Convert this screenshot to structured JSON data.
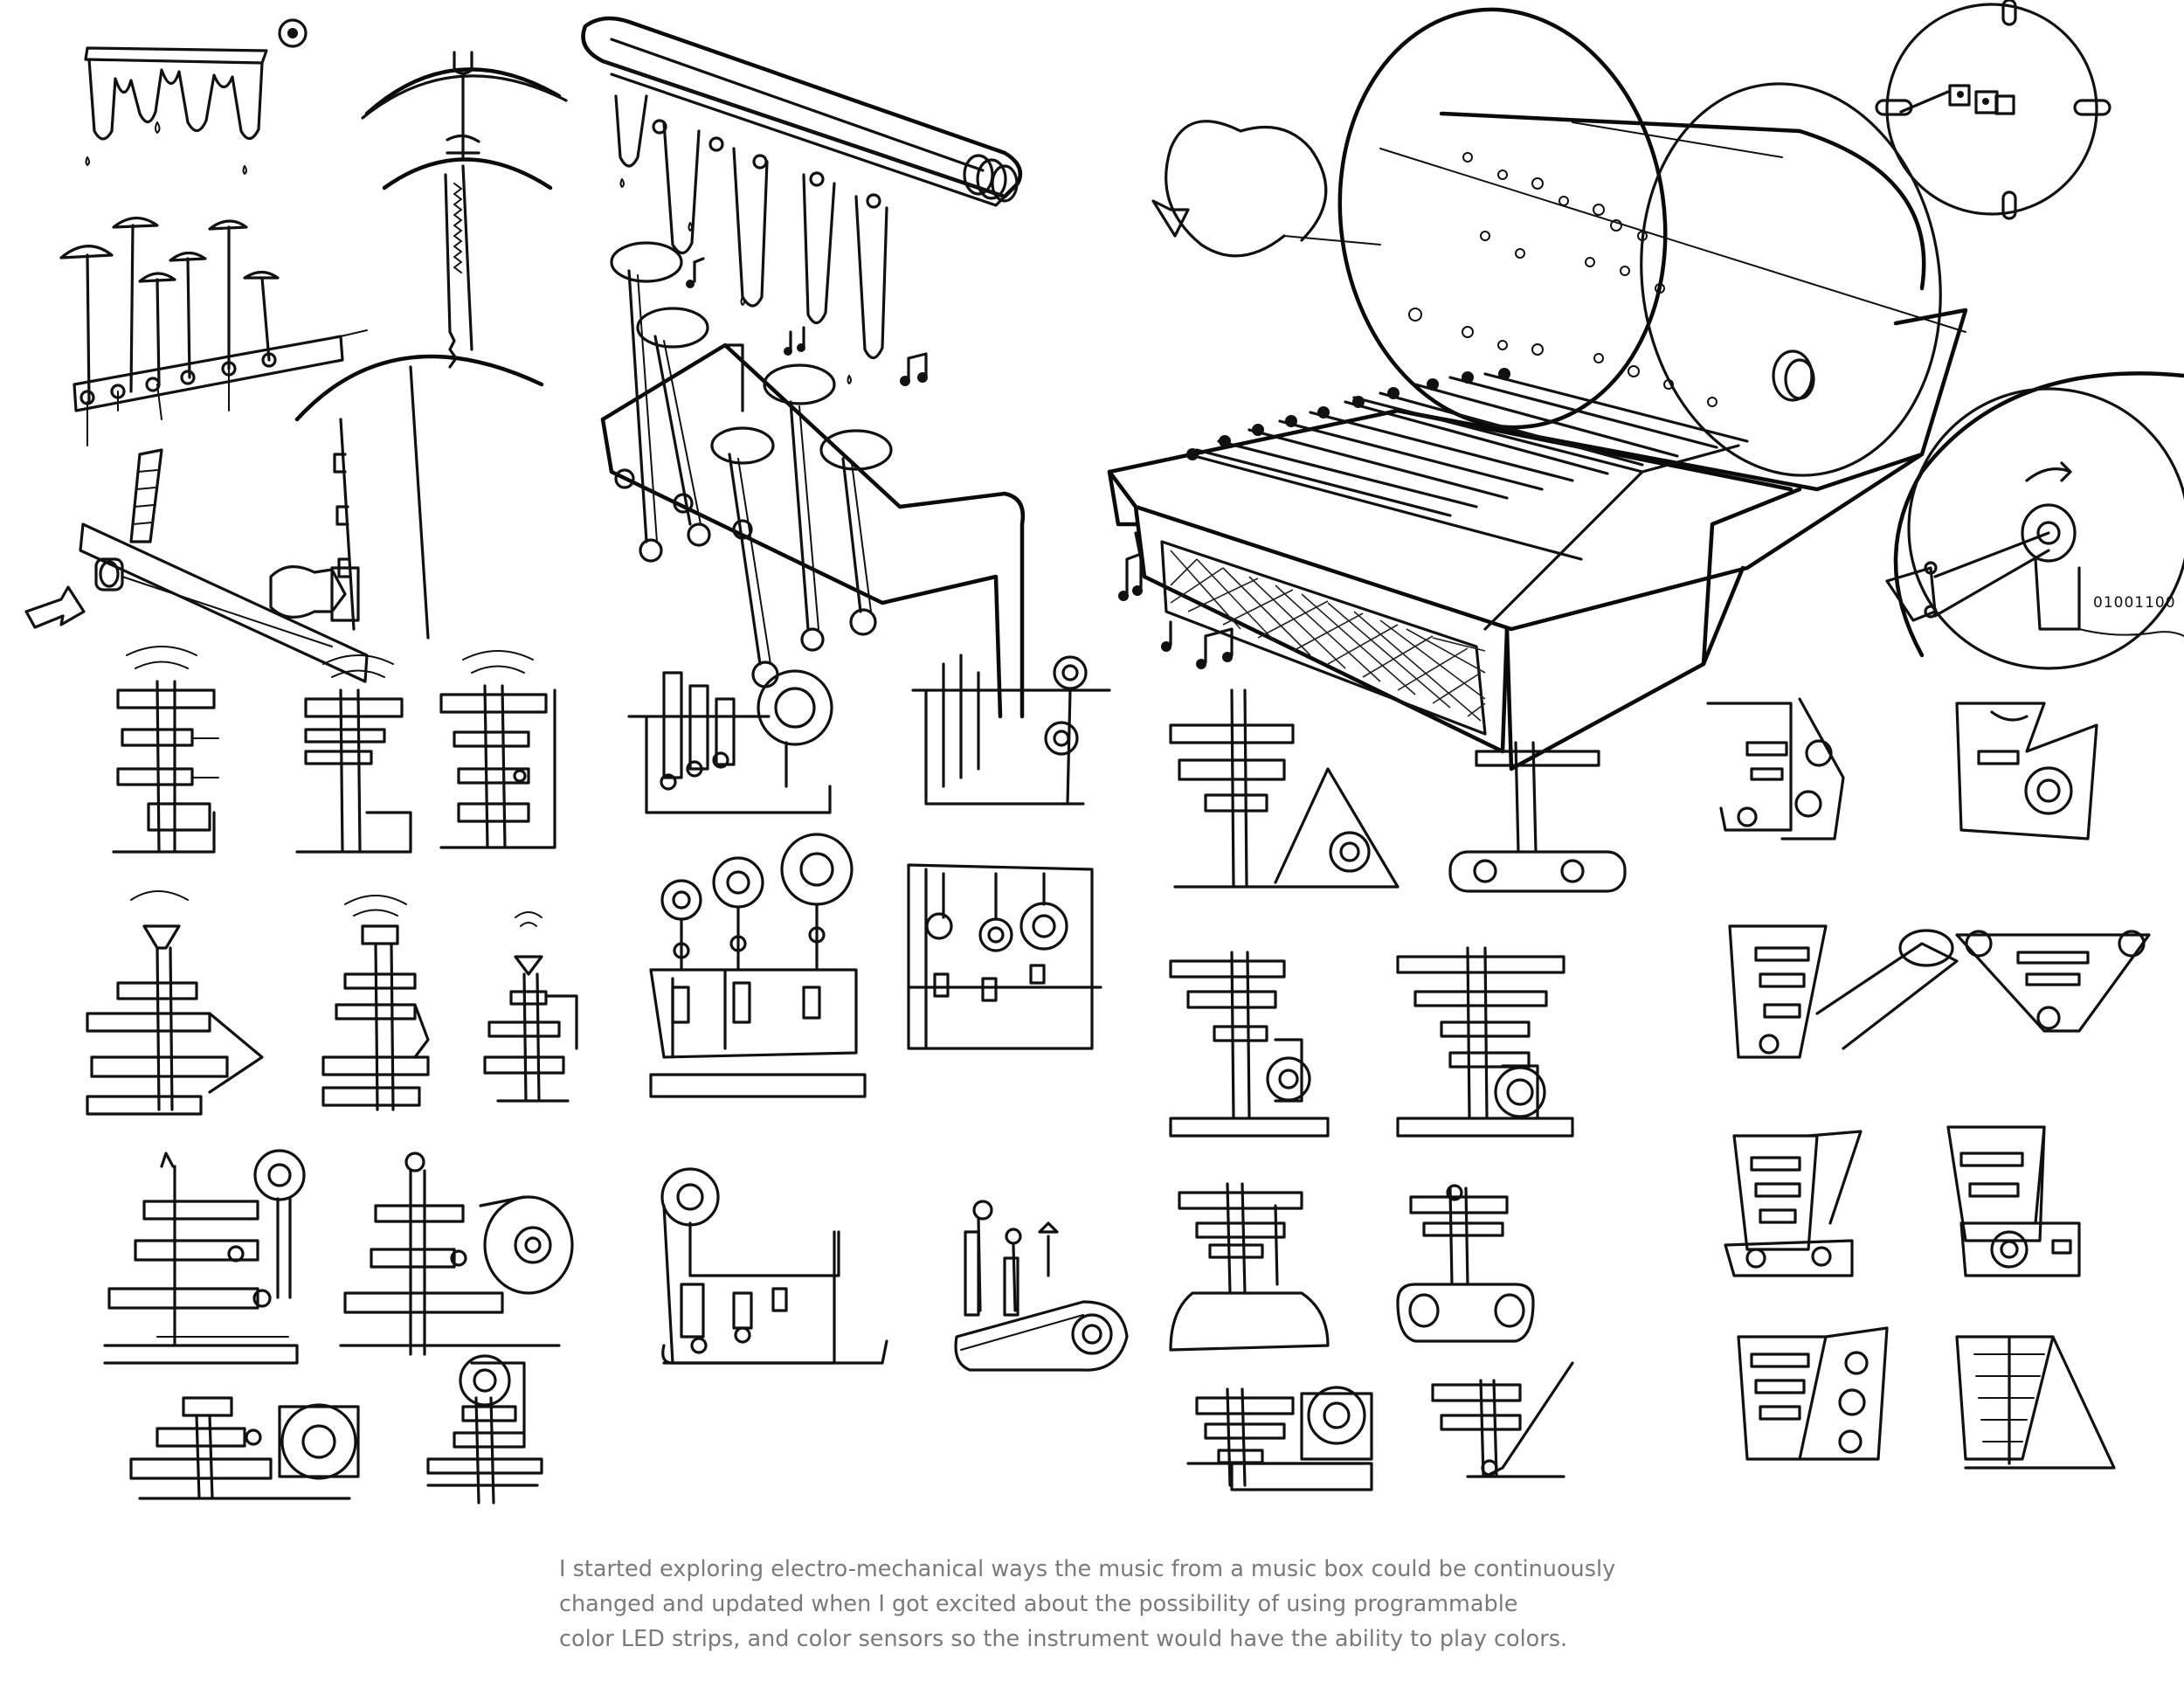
{
  "sheet": {
    "binary_label": "01001100"
  },
  "caption": {
    "lines": [
      "I started exploring electro-mechanical ways the music from a music box could be continuously",
      "changed and updated when I got excited about the possibility of using programmable",
      "color LED strips, and color sensors so the instrument would have the ability to play colors."
    ]
  },
  "colors": {
    "ink": "#111111",
    "caption_text": "#7a7a7a",
    "background": "#ffffff"
  }
}
